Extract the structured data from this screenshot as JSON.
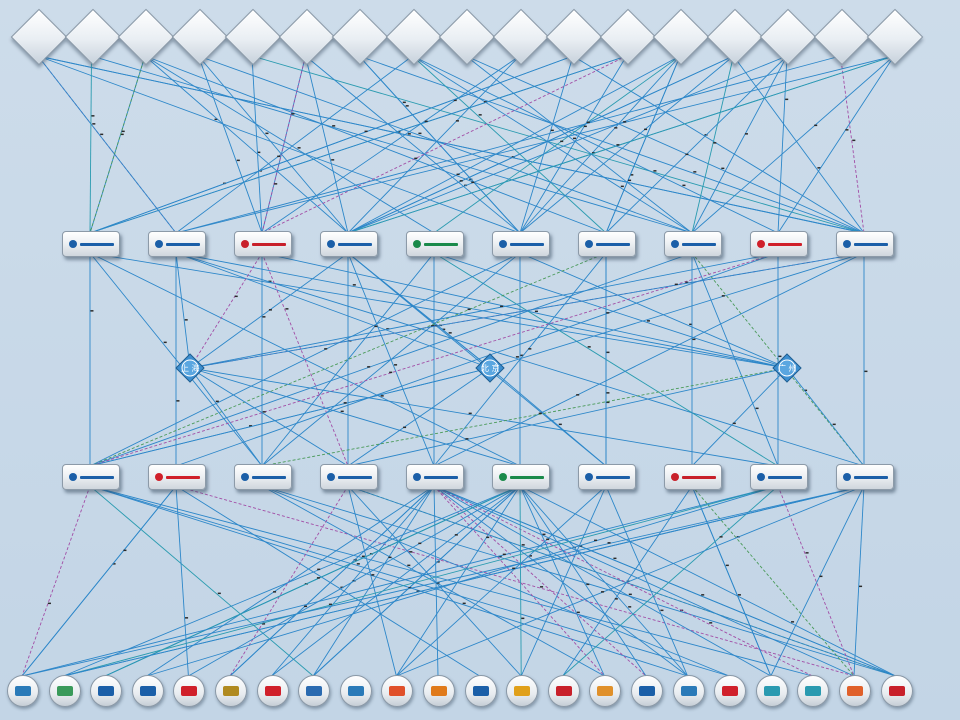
{
  "colors": {
    "background": "#c5d7e7",
    "link_blue": "#2d87c9",
    "link_purple": "#a24ea6",
    "link_green": "#4a9a5a",
    "link_teal": "#2a9bb0"
  },
  "hubs": [
    {
      "id": "h1",
      "label": "上 海"
    },
    {
      "id": "h2",
      "label": "北 京"
    },
    {
      "id": "h3",
      "label": "广 州"
    }
  ],
  "top_nodes_count": 17,
  "isp_upper_count": 10,
  "isp_lower_count": 10,
  "bottom_nodes_count": 22,
  "isp_colors_upper": [
    "#1b5fa8",
    "#1b5fa8",
    "#c8202a",
    "#1b5fa8",
    "#1a8a4a",
    "#1b5fa8",
    "#1b5fa8",
    "#1b5fa8",
    "#d0202a",
    "#1b5fa8"
  ],
  "isp_colors_lower": [
    "#1b5fa8",
    "#d0202a",
    "#1b5fa8",
    "#1b5fa8",
    "#1b5fa8",
    "#1a8a4a",
    "#1b5fa8",
    "#c8202a",
    "#1b5fa8",
    "#1b5fa8"
  ],
  "bottom_colors": [
    "#2a7ab8",
    "#3a9a5a",
    "#1b5fa8",
    "#1b5fa8",
    "#d0202a",
    "#b08a20",
    "#d0202a",
    "#2a6ab0",
    "#2a7ab8",
    "#e0502a",
    "#e07a1a",
    "#1b5fa8",
    "#e0a01a",
    "#c8202a",
    "#e0902a",
    "#1b5fa8",
    "#2a7ab8",
    "#d0202a",
    "#2a9ab0",
    "#2a9ab0",
    "#e0602a",
    "#c8202a"
  ],
  "links": []
}
